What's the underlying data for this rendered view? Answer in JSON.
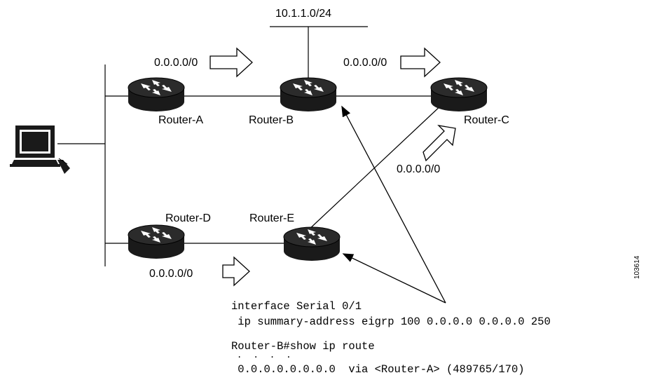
{
  "network": {
    "subnet_label": "10.1.1.0/24",
    "routers": {
      "a": "Router-A",
      "b": "Router-B",
      "c": "Router-C",
      "d": "Router-D",
      "e": "Router-E"
    },
    "default_routes": {
      "a_to_b": "0.0.0.0/0",
      "b_to_c": "0.0.0.0/0",
      "e_to_c": "0.0.0.0/0",
      "d_to_e": "0.0.0.0/0"
    }
  },
  "config": {
    "line1": "interface Serial 0/1",
    "line2": " ip summary-address eigrp 100 0.0.0.0 0.0.0.0 250",
    "line3": "Router-B#show ip route",
    "line4": " .  .  .  .",
    "line5": " 0.0.0.0.0.0.0.0  via <Router-A> (489765/170)"
  },
  "figure_id": "103614",
  "colors": {
    "ink": "#000000",
    "router_dark": "#1a1a1a",
    "router_top": "#2b2b2b"
  }
}
